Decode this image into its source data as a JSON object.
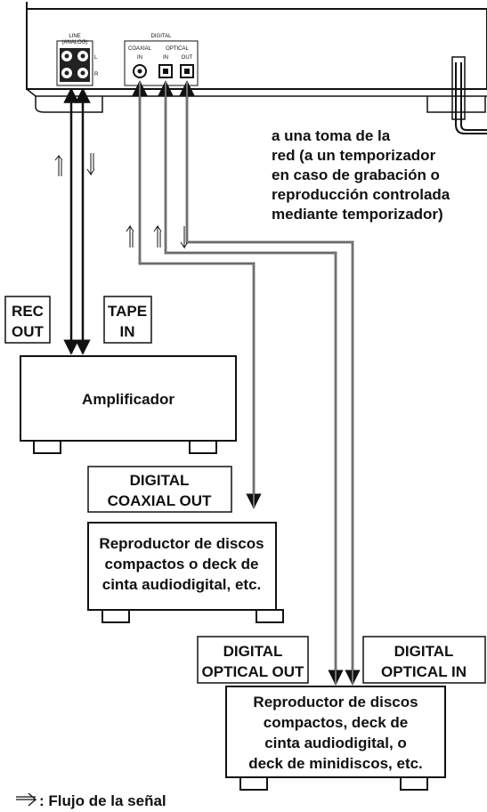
{
  "panel": {
    "line_label": "LINE",
    "analog_label": "(ANALOG)",
    "l_label": "L",
    "r_label": "R",
    "digital_label": "DIGITAL",
    "coaxial_label": "COAXIAL",
    "optical_label": "OPTICAL",
    "coaxial_in": "IN",
    "optical_in": "IN",
    "optical_out": "OUT"
  },
  "power_note": [
    "a una toma de la",
    "red (a un temporizador",
    "en caso de grabación o",
    "reproducción controlada",
    "mediante temporizador)"
  ],
  "labels": {
    "rec_out": [
      "REC",
      "OUT"
    ],
    "tape_in": [
      "TAPE",
      "IN"
    ],
    "digital_coaxial_out": [
      "DIGITAL",
      "COAXIAL OUT"
    ],
    "digital_optical_out": [
      "DIGITAL",
      "OPTICAL OUT"
    ],
    "digital_optical_in": [
      "DIGITAL",
      "OPTICAL IN"
    ]
  },
  "devices": {
    "amplifier": [
      "Amplificador"
    ],
    "cd_player": [
      "Reproductor de discos",
      "compactos o deck de",
      "cinta audiodigital, etc."
    ],
    "md_deck": [
      "Reproductor de discos",
      "compactos, deck de",
      "cinta audiodigital, o",
      "deck de minidiscos, etc."
    ]
  },
  "legend": {
    "text": ": Flujo de la señal"
  }
}
